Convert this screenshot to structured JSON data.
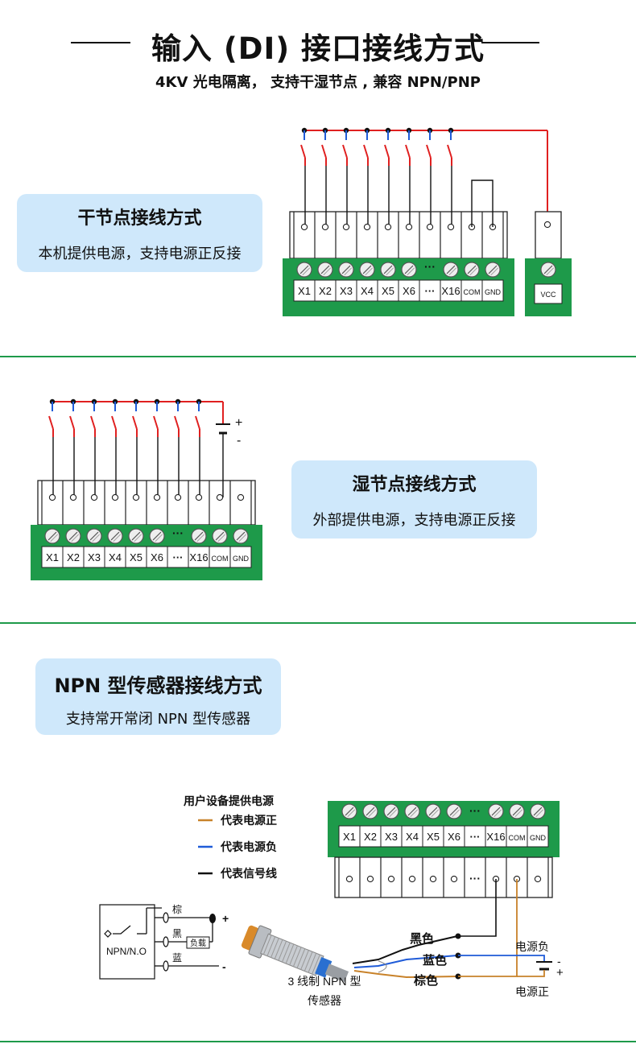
{
  "header": {
    "title": "输入 (DI) 接口接线方式",
    "subtitle": "4KV 光电隔离，  支持干湿节点 , 兼容 NPN/PNP"
  },
  "sections": {
    "dry": {
      "title": "干节点接线方式",
      "desc": "本机提供电源，支持电源正反接"
    },
    "wet": {
      "title": "湿节点接线方式",
      "desc": "外部提供电源，支持电源正反接"
    },
    "npn": {
      "title": "NPN 型传感器接线方式",
      "desc": "支持常开常闭 NPN 型传感器"
    }
  },
  "terminals": {
    "labels": [
      "X1",
      "X2",
      "X3",
      "X4",
      "X5",
      "X6",
      "···",
      "X16",
      "COM",
      "GND"
    ],
    "dots": "···",
    "vcc": "VCC"
  },
  "wet_polarity": {
    "plus": "+",
    "minus": "-"
  },
  "npn_diagram": {
    "legend_title": "用户设备提供电源",
    "legend": [
      {
        "text": "代表电源正",
        "color": "#c8822a"
      },
      {
        "text": "代表电源负",
        "color": "#1f5bd8"
      },
      {
        "text": "代表信号线",
        "color": "#111111"
      }
    ],
    "sensor_box": "NPN/N.O",
    "pins": {
      "brown": "棕",
      "black": "黑",
      "blue": "蓝"
    },
    "load": "负载",
    "plus": "+",
    "minus": "-",
    "wires": {
      "black": "黑色",
      "blue": "蓝色",
      "brown": "棕色"
    },
    "sensor_caption_1": "3 线制 NPN 型",
    "sensor_caption_2": "传感器",
    "power_neg": "电源负",
    "power_pos": "电源正",
    "bat_minus": "-",
    "bat_plus": "+"
  },
  "colors": {
    "green": "#1e9a4a",
    "card": "#cfe8fb",
    "red": "#e02020",
    "blue": "#1f5bd8",
    "brown": "#c8822a"
  }
}
